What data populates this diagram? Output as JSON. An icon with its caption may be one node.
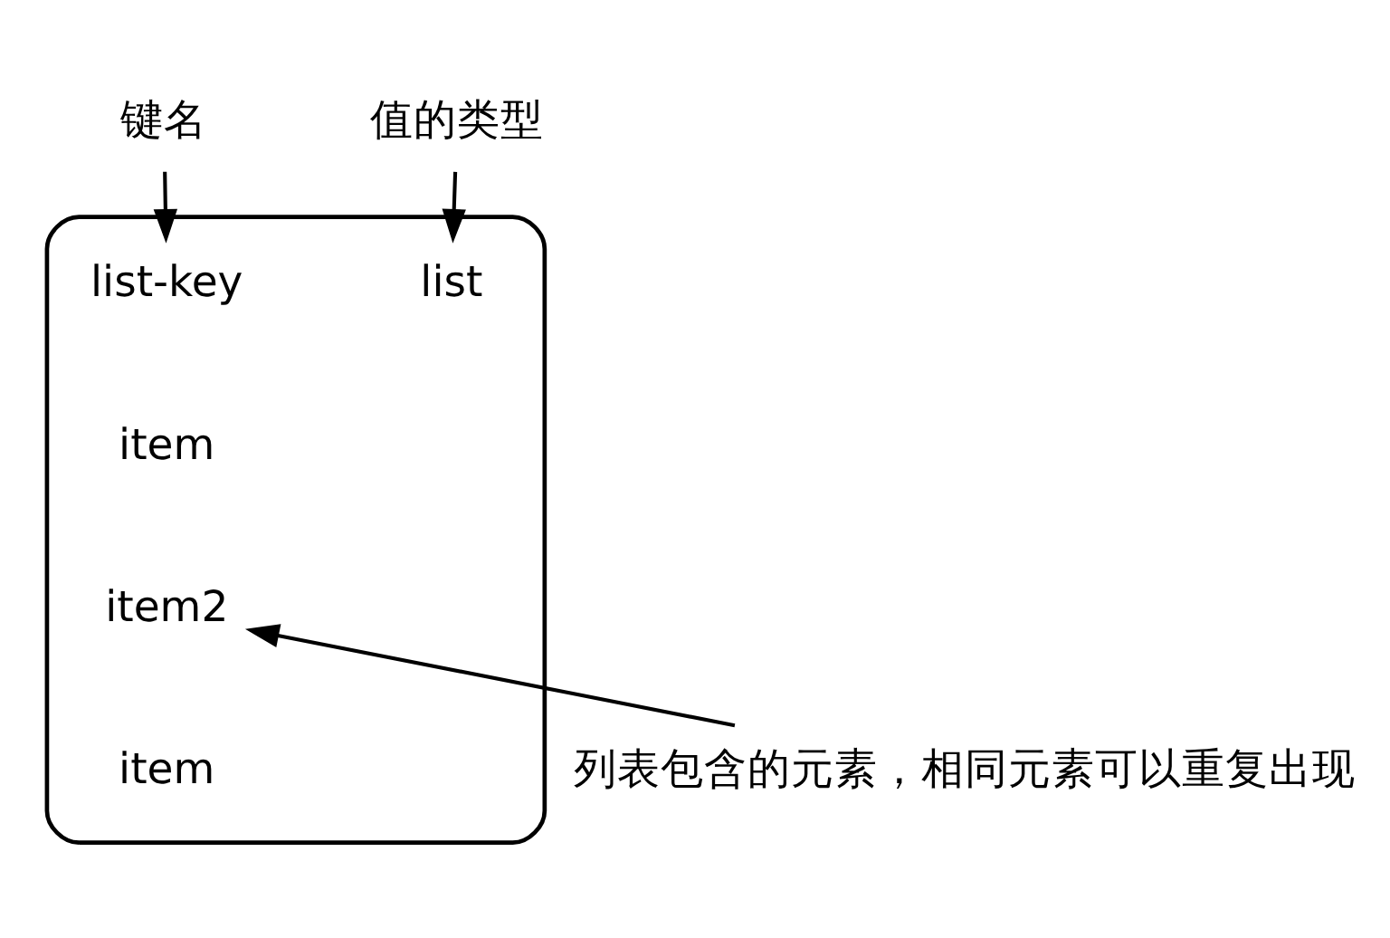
{
  "diagram": {
    "nodes": [
      {
        "text": [],
        "shape": "box"
      },
      {
        "text": [
          "list-key"
        ],
        "in": 0
      },
      {
        "text": [
          "list"
        ],
        "in": 0
      },
      {
        "text": [
          "item"
        ],
        "in": 0
      },
      {
        "text": [
          "item2"
        ],
        "in": 0
      },
      {
        "text": [
          "item"
        ],
        "in": 0
      },
      {
        "text": [
          "键名"
        ]
      },
      {
        "text": [
          "值的类型"
        ]
      },
      {
        "text": [
          "列表包含的元素，相同元素可以重复出现"
        ]
      }
    ],
    "edges": [
      {
        "from": 6,
        "to": 1,
        "arrow": "to"
      },
      {
        "from": 7,
        "to": 2,
        "arrow": "to"
      },
      {
        "from": 8,
        "to": 4,
        "arrow": "to"
      }
    ]
  }
}
